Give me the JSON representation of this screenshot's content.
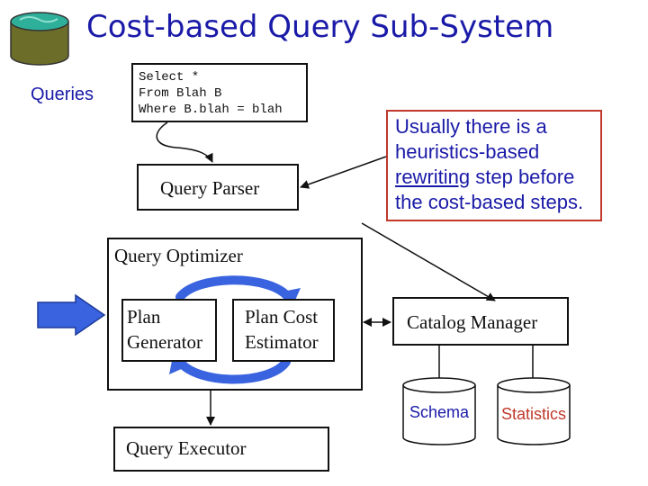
{
  "title": "Cost-based Query Sub-System",
  "queries_label": "Queries",
  "sql": {
    "line1": "Select *",
    "line2": "From Blah B",
    "line3": "Where B.blah = blah"
  },
  "parser_label": "Query Parser",
  "optimizer": {
    "label": "Query Optimizer",
    "plan_generator": [
      "Plan",
      "Generator"
    ],
    "plan_cost_estimator": [
      "Plan Cost",
      "Estimator"
    ]
  },
  "catalog_manager_label": "Catalog Manager",
  "schema_label": "Schema",
  "statistics_label": "Statistics",
  "executor_label": "Query Executor",
  "note": {
    "line1": "Usually there is a",
    "line2": "heuristics-based",
    "line3_underlined": "rewriting",
    "line3_rest": " step before",
    "line4": "the cost-based steps."
  },
  "colors": {
    "title": "#1a1aa8",
    "note_border": "#c0392b",
    "arrow_blue": "#3a63e0",
    "schema_text": "#1a1aa8",
    "statistics_text": "#c0392b"
  }
}
